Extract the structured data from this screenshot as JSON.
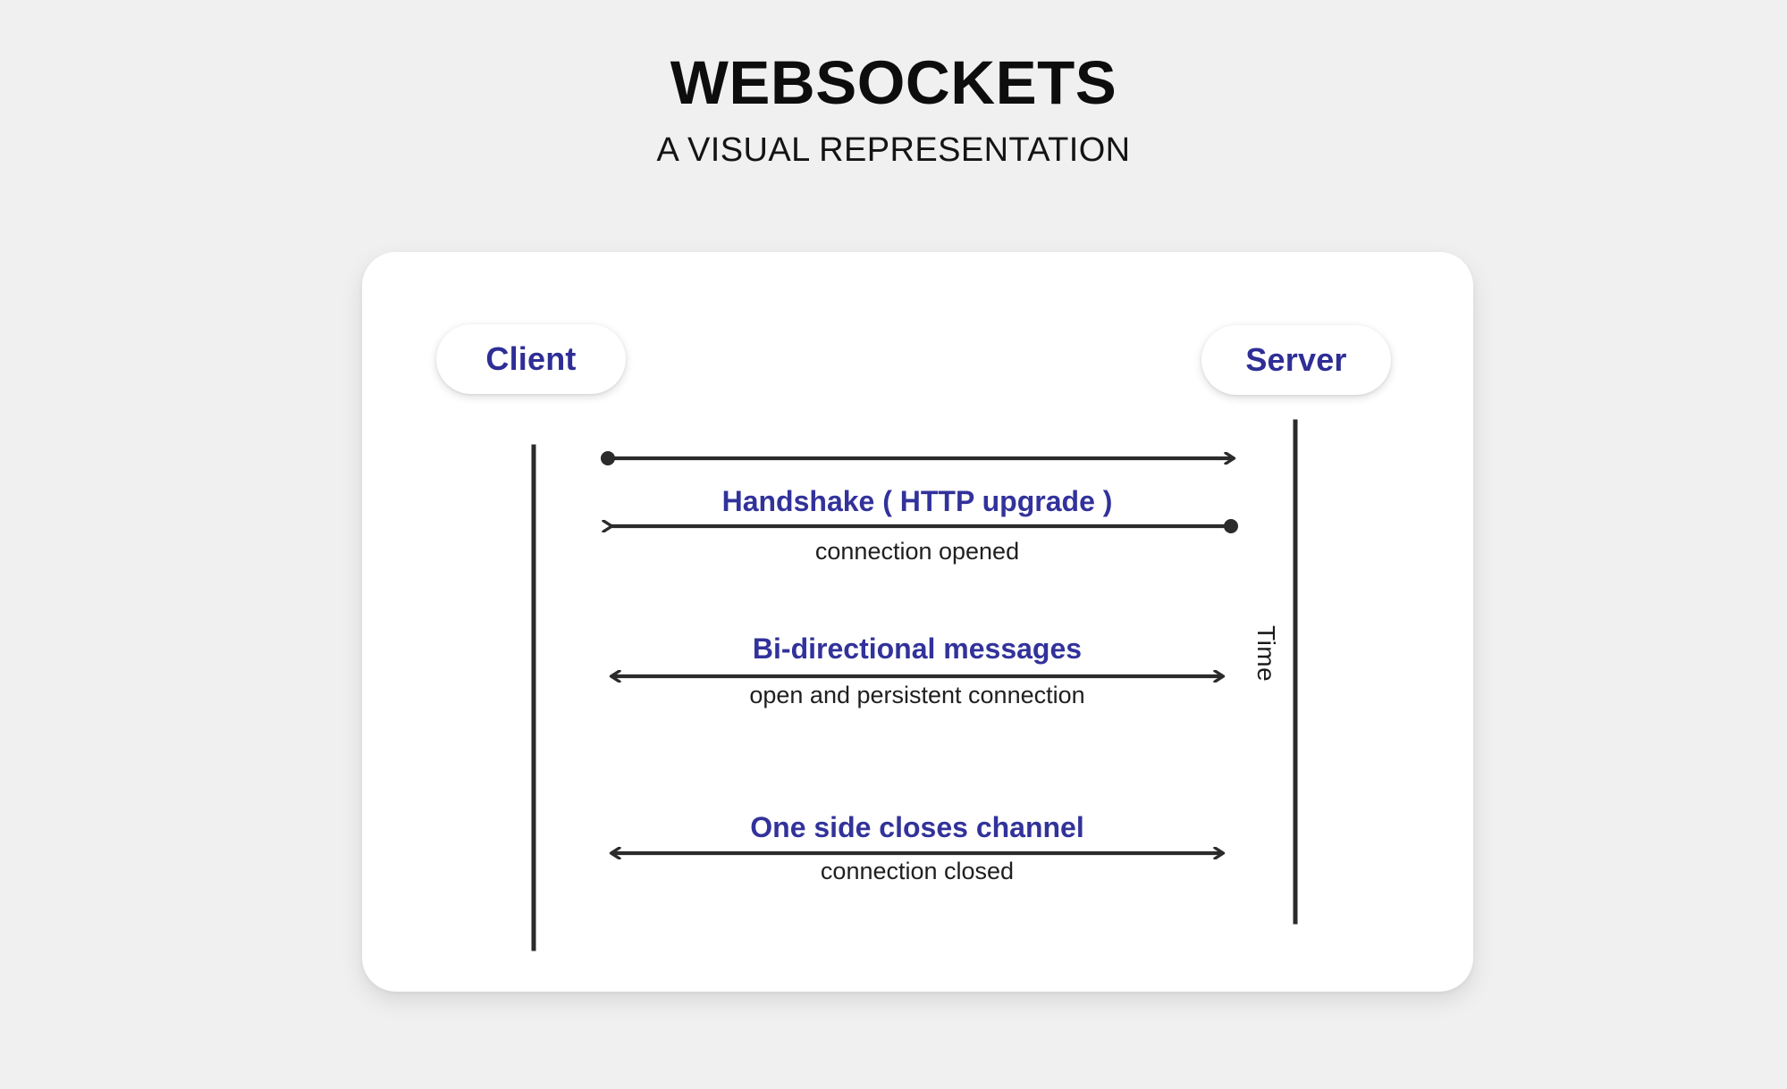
{
  "header": {
    "title": "WEBSOCKETS",
    "subtitle": "A VISUAL REPRESENTATION"
  },
  "colors": {
    "background": "#f0f0f0",
    "card": "#ffffff",
    "accent_blue": "#32329b",
    "pill_text": "#2e2e96",
    "line": "#2b2b2b",
    "sub_text": "#1f1f1f"
  },
  "diagram": {
    "type": "sequence-diagram",
    "participants": [
      {
        "name": "client",
        "label": "Client"
      },
      {
        "name": "server",
        "label": "Server"
      }
    ],
    "axis_label": "Time",
    "messages": [
      {
        "index": 1,
        "title": "Handshake ( HTTP upgrade )",
        "subtitle": "connection opened",
        "arrows": [
          {
            "from": "client",
            "to": "server",
            "direction": "right",
            "start_marker": "dot",
            "end_marker": "arrow"
          },
          {
            "from": "server",
            "to": "client",
            "direction": "left",
            "start_marker": "arrow",
            "end_marker": "dot"
          }
        ]
      },
      {
        "index": 2,
        "title": "Bi-directional messages",
        "subtitle": "open and persistent connection",
        "arrows": [
          {
            "from": "client",
            "to": "server",
            "direction": "both",
            "start_marker": "arrow",
            "end_marker": "arrow"
          }
        ]
      },
      {
        "index": 3,
        "title": "One side closes channel",
        "subtitle": "connection closed",
        "arrows": [
          {
            "from": "client",
            "to": "server",
            "direction": "both",
            "start_marker": "arrow",
            "end_marker": "arrow"
          }
        ]
      }
    ]
  }
}
